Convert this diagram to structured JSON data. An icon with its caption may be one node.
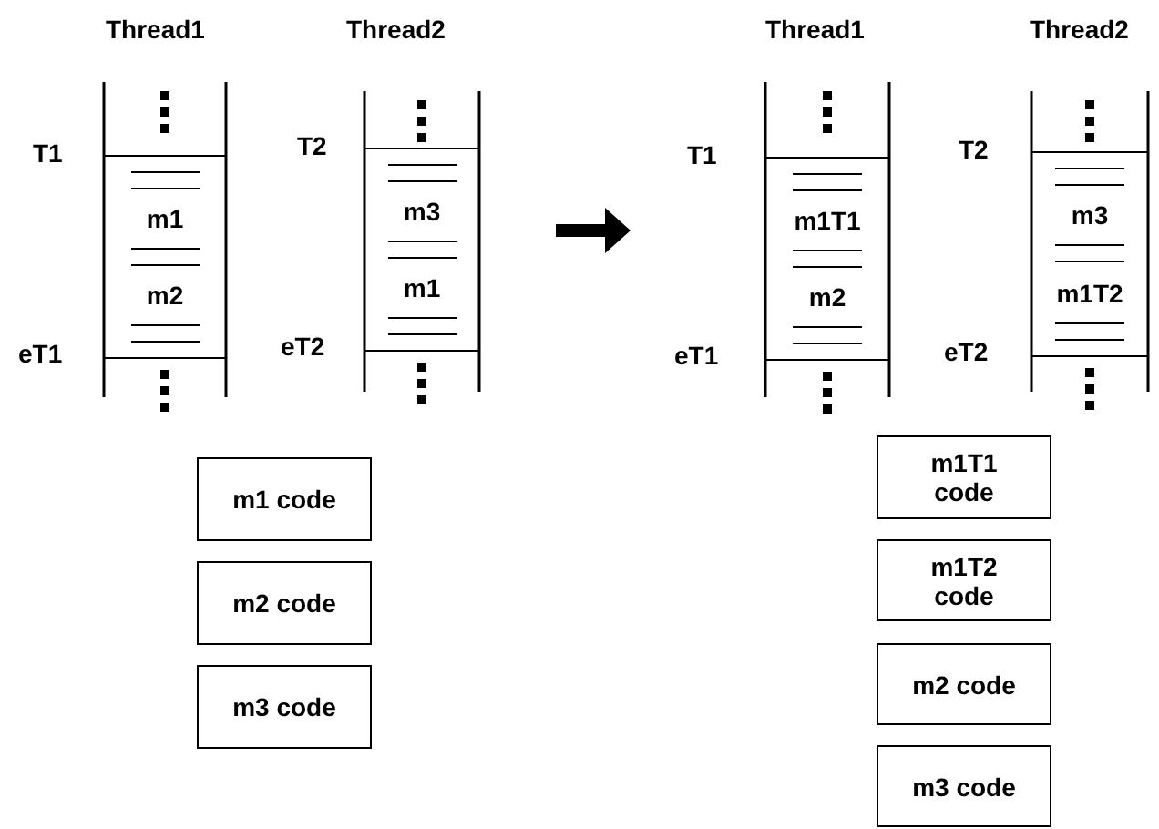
{
  "diagram": {
    "nodes": [
      {
        "text": [
          "m1",
          "m2"
        ],
        "beside": [
          "T1",
          "eT1"
        ]
      },
      {
        "text": [
          "m3",
          "m1"
        ],
        "beside": [
          "T2",
          "eT2"
        ]
      },
      {
        "text": [
          "m1T1",
          "m2"
        ],
        "beside": [
          "T1",
          "eT1"
        ]
      },
      {
        "text": [
          "m3",
          "m1T2"
        ],
        "beside": [
          "T2",
          "eT2"
        ]
      },
      {
        "text": [
          "m1 code"
        ]
      },
      {
        "text": [
          "m2 code"
        ]
      },
      {
        "text": [
          "m3 code"
        ]
      },
      {
        "text": [
          "m1T1 code"
        ]
      },
      {
        "text": [
          "m1T2 code"
        ]
      },
      {
        "text": [
          "m2 code"
        ]
      },
      {
        "text": [
          "m3 code"
        ]
      }
    ],
    "edges": [],
    "labels": [
      "Thread1",
      "Thread2",
      "Thread1",
      "Thread2"
    ]
  }
}
